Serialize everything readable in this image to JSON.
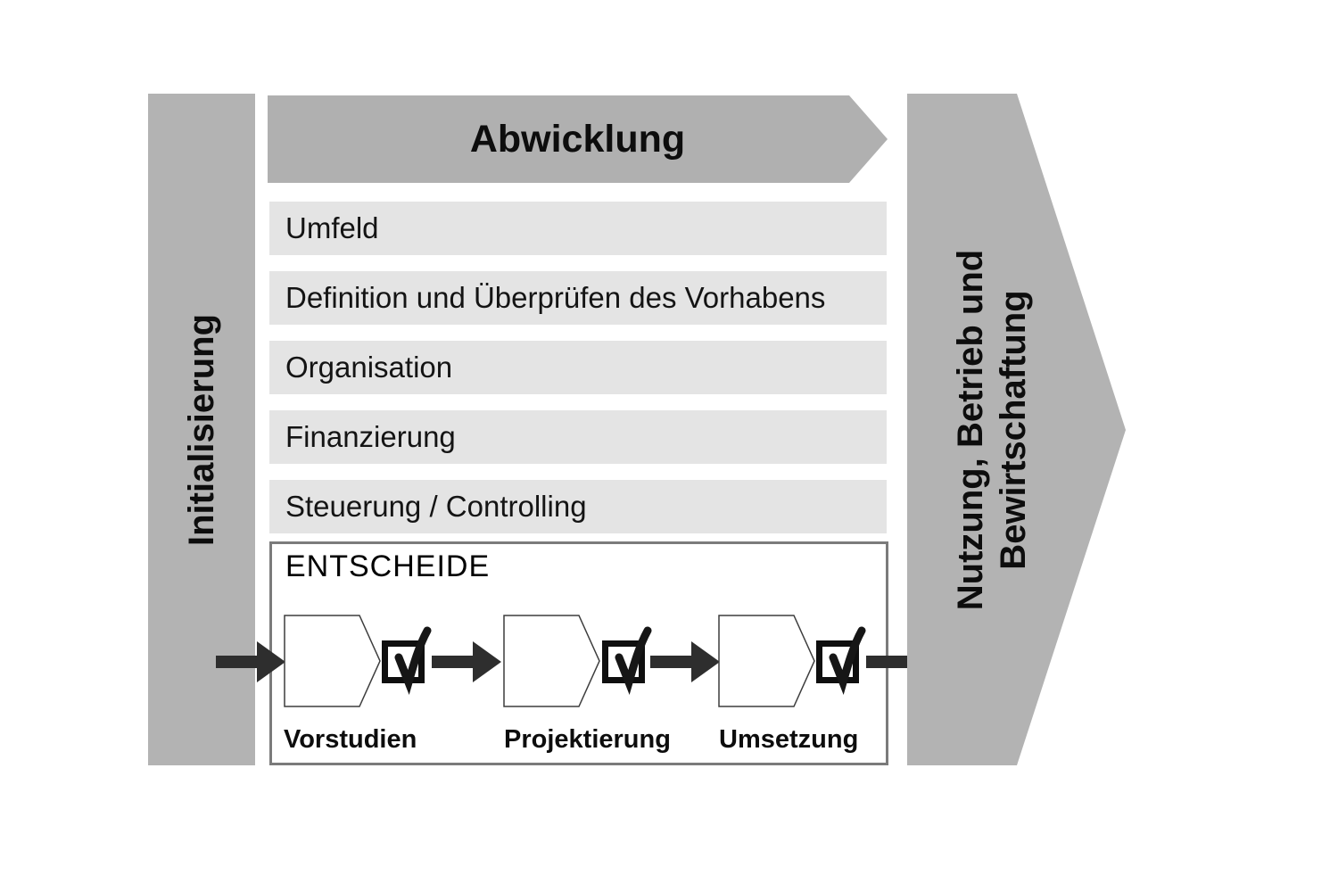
{
  "diagram": {
    "left_bar": {
      "label": "Initialisierung"
    },
    "top_arrow": {
      "label": "Abwicklung"
    },
    "bars": [
      {
        "label": "Umfeld"
      },
      {
        "label": "Definition und Überprüfen des Vorhabens"
      },
      {
        "label": "Organisation"
      },
      {
        "label": "Finanzierung"
      },
      {
        "label": "Steuerung / Controlling"
      }
    ],
    "decision_box": {
      "title": "ENTSCHEIDE",
      "phases": [
        {
          "label": "Vorstudien"
        },
        {
          "label": "Projektierung"
        },
        {
          "label": "Umsetzung"
        }
      ]
    },
    "right_arrow": {
      "label_line1": "Nutzung, Betrieb und",
      "label_line2": "Bewirtschaftung"
    }
  },
  "colors": {
    "shape_gray": "#b3b3b3",
    "bar_light_gray": "#e4e4e4",
    "flow_arrow_dark": "#2e2e2e",
    "box_border_gray": "#7b7b7b",
    "text_black": "#0d0d0d"
  }
}
